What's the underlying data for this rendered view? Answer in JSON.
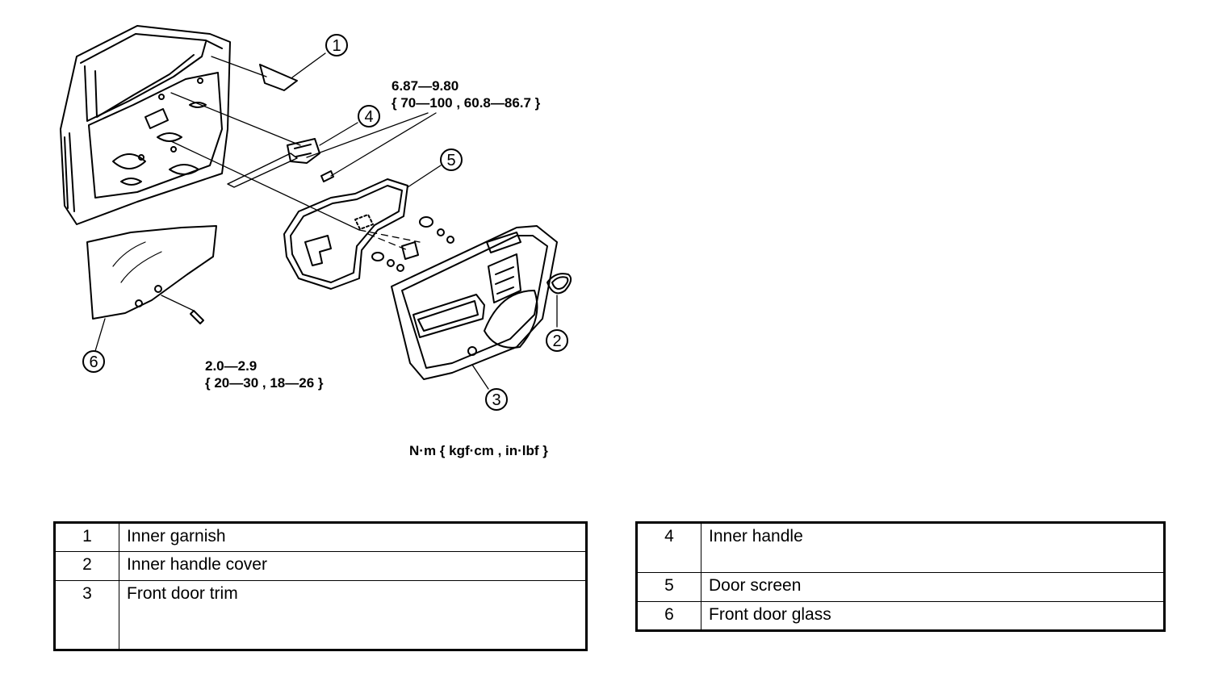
{
  "callouts": [
    "1",
    "2",
    "3",
    "4",
    "5",
    "6"
  ],
  "torque_upper": {
    "line1": "6.87—9.80",
    "line2": "{ 70—100 , 60.8—86.7 }"
  },
  "torque_lower": {
    "line1": "2.0—2.9",
    "line2": "{ 20—30 , 18—26 }"
  },
  "units_note": "N·m { kgf·cm , in·lbf }",
  "parts_left": [
    {
      "num": "1",
      "name": "Inner garnish"
    },
    {
      "num": "2",
      "name": "Inner handle cover"
    },
    {
      "num": "3",
      "name": "Front door trim"
    }
  ],
  "parts_right": [
    {
      "num": "4",
      "name": "Inner handle"
    },
    {
      "num": "5",
      "name": "Door screen"
    },
    {
      "num": "6",
      "name": "Front door glass"
    }
  ]
}
